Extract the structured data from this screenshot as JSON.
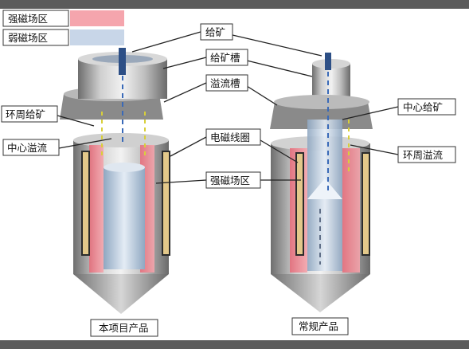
{
  "legend": {
    "strong": "强磁场区",
    "weak": "弱磁场区"
  },
  "labels": {
    "feed": "给矿",
    "feed_trough": "给矿槽",
    "overflow_trough": "溢流槽",
    "ring_feed": "环周给矿",
    "center_overflow": "中心溢流",
    "coil": "电磁线圈",
    "strong_zone": "强磁场区",
    "center_feed": "中心给矿",
    "ring_overflow": "环周溢流"
  },
  "captions": {
    "left": "本项目产品",
    "right": "常规产品"
  },
  "colors": {
    "strong": "#f28a93",
    "weak": "#b9cbe0",
    "frame": "#5b5b5b",
    "coil": "#e3c88a",
    "cone": "#9a9a9a"
  }
}
